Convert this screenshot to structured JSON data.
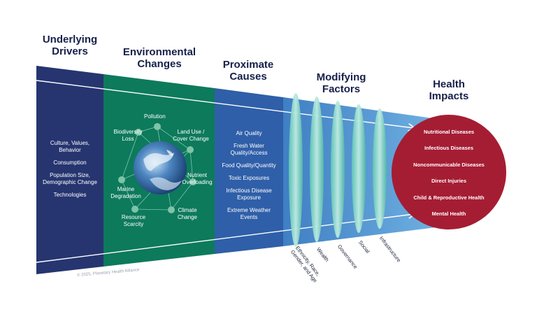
{
  "titles": {
    "underlying": [
      "Underlying",
      "Drivers"
    ],
    "environmental": [
      "Environmental",
      "Changes"
    ],
    "proximate": [
      "Proximate",
      "Causes"
    ],
    "modifying": [
      "Modifying",
      "Factors"
    ],
    "health": [
      "Health",
      "Impacts"
    ]
  },
  "drivers": [
    "Culture, Values,",
    "Behavior",
    "Consumption",
    "Population Size,",
    "Demographic Change",
    "Technologies"
  ],
  "env_nodes": {
    "pollution": "Pollution",
    "biodiversity": [
      "Biodiversity",
      "Loss"
    ],
    "landuse": [
      "Land Use /",
      "Cover Change"
    ],
    "nutrient": [
      "Nutrient",
      "Overloading"
    ],
    "climate": [
      "Climate",
      "Change"
    ],
    "resource": [
      "Resource",
      "Scarcity"
    ],
    "marine": [
      "Marine",
      "Degradation"
    ]
  },
  "proximate": [
    "Air Quality",
    "Fresh Water",
    "Quality/Access",
    "Food Quality/Quantity",
    "Toxic Exposures",
    "Infectious Disease",
    "Exposure",
    "Extreme Weather",
    "Events"
  ],
  "modifying": [
    "Ethnicity, Race,",
    "Gender, and Age",
    "Wealth",
    "Governance",
    "Social",
    "Infrastructure"
  ],
  "health_impacts": [
    "Nutritional Diseases",
    "Infectious Diseases",
    "Noncommunicable Diseases",
    "Direct Injuries",
    "Child & Reproductive Health",
    "Mental Health"
  ],
  "copyright": "© 2025, Planetary Health Alliance",
  "colors": {
    "drivers": "#263570",
    "environmental": "#0d7a5c",
    "proximate": "#2f5fa8",
    "modifying": "#4a8fd0",
    "health": "#a51d33",
    "title": "#17204a"
  }
}
